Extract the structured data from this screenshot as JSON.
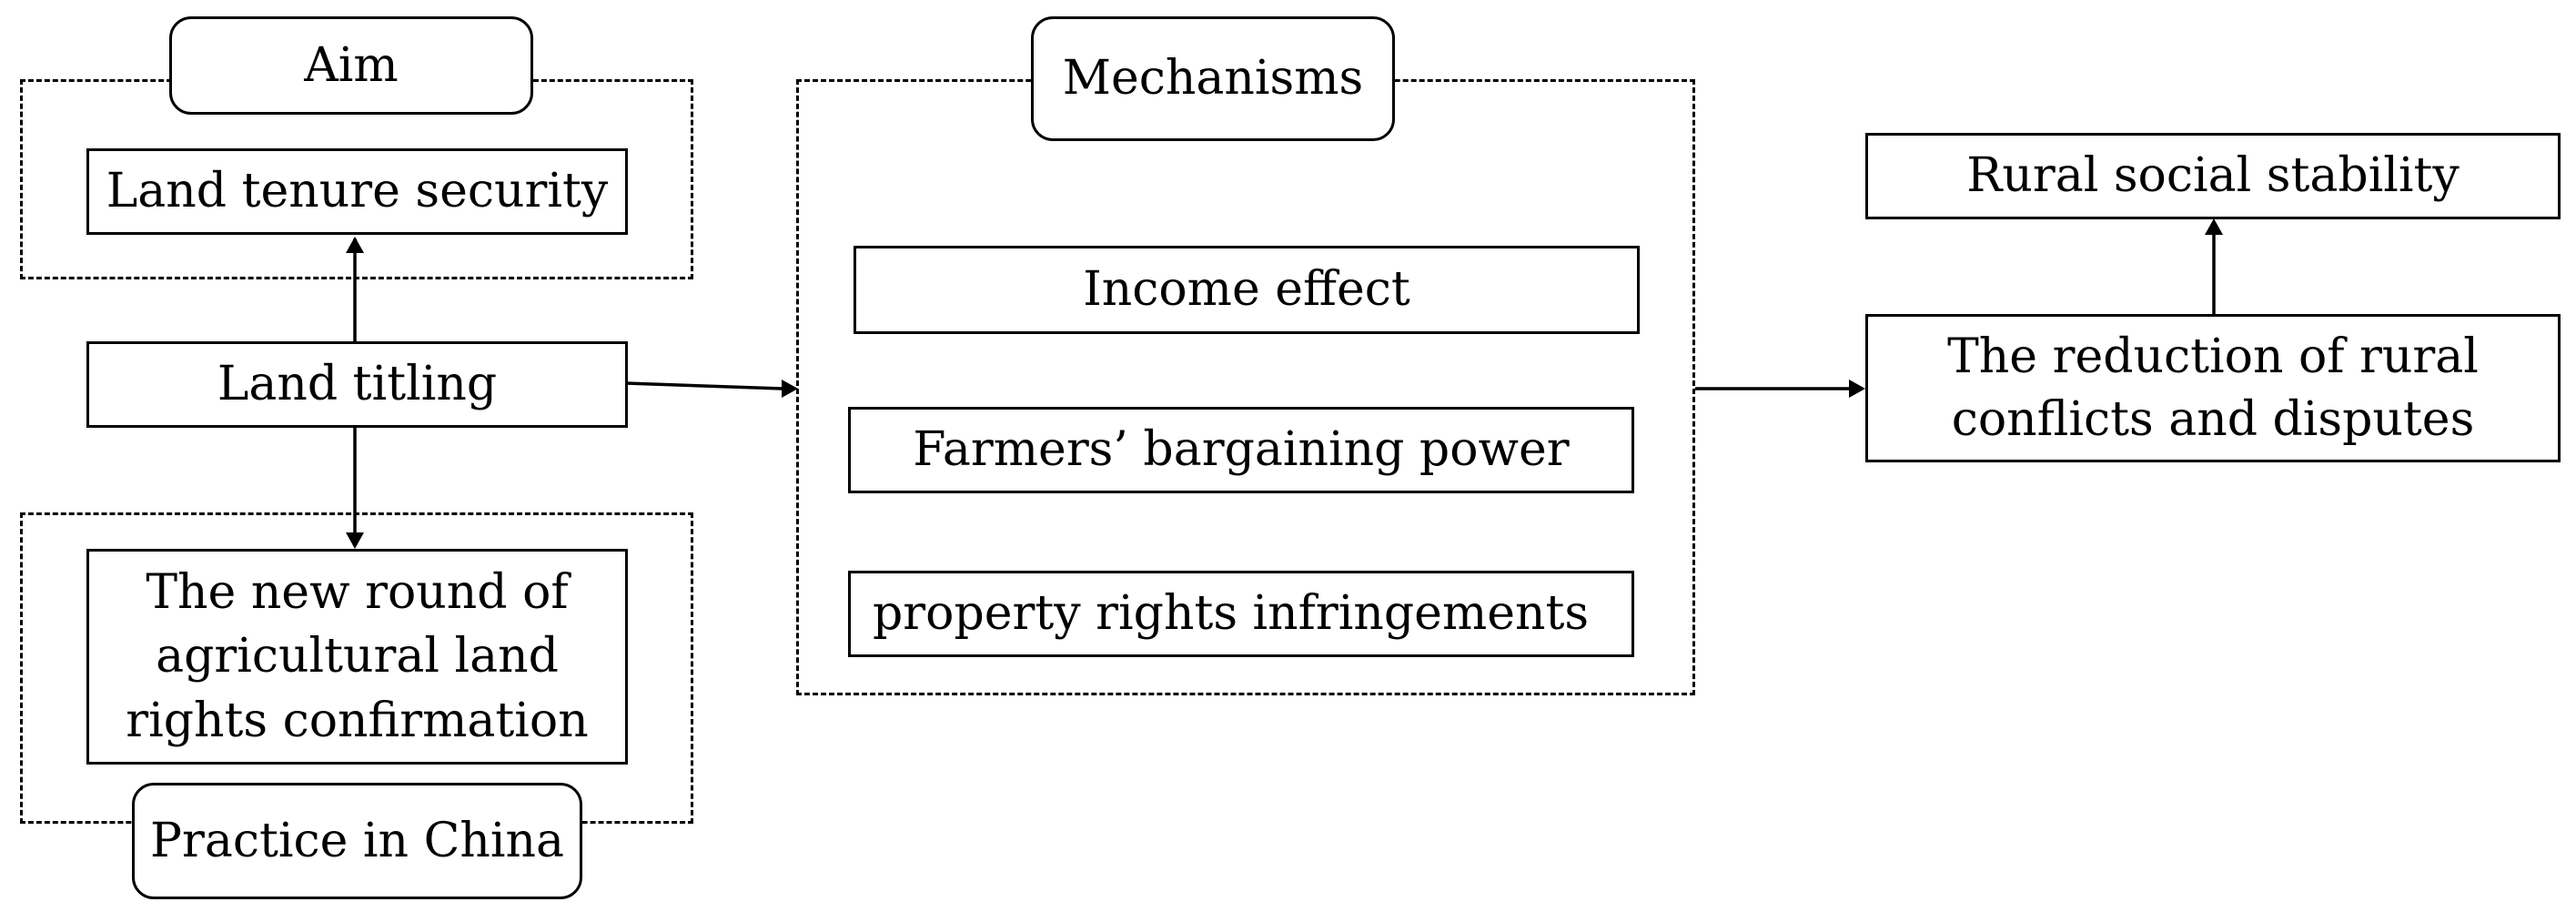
{
  "diagram": {
    "aim_group": {
      "title": "Aim",
      "item": "Land tenure security"
    },
    "land_titling": "Land titling",
    "practice_group": {
      "title": "Practice in China",
      "item_lines": [
        "The new round of",
        "agricultural land",
        "rights confirmation"
      ]
    },
    "mechanisms_group": {
      "title": "Mechanisms",
      "items": [
        "Income effect",
        "Farmers’ bargaining power",
        "property rights infringements"
      ]
    },
    "outcomes": {
      "reduction_lines": [
        "The reduction of rural",
        "conflicts and disputes"
      ],
      "stability": "Rural social stability"
    }
  }
}
